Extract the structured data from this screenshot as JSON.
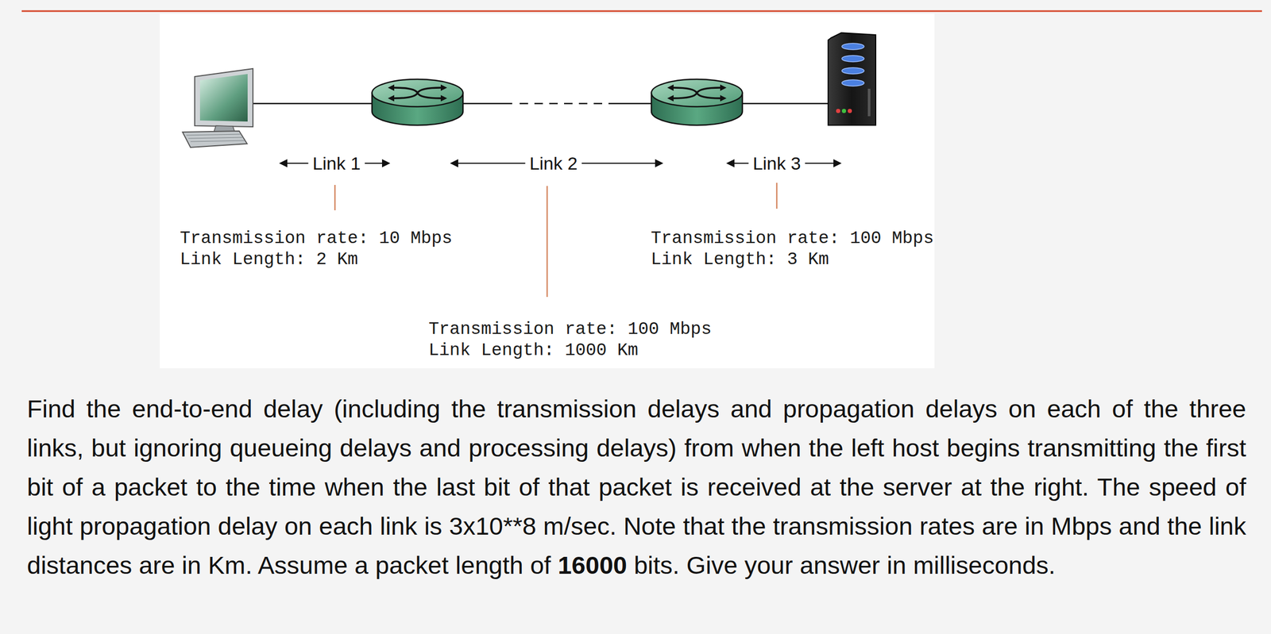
{
  "diagram": {
    "labels": [
      "Link 1",
      "Link 2",
      "Link 3",
      "Transmission rate: 10 Mbps",
      "Link Length: 2 Km",
      "Transmission rate: 100 Mbps",
      "Link Length: 3 Km",
      "Transmission rate: 100 Mbps",
      "Link Length: 1000 Km",
      "Find the end-to-end delay (including the transmission delays and propagation delays on each of the three links, but ignoring queueing delays and processing delays) from when the left host begins transmitting the first bit of a packet to the time when the last bit of that packet is received at the server at the right. The speed of light propagation delay on each link is 3x10**8 m/sec. Note that the transmission rates are in Mbps and the link distances are in Km. Assume a packet length of",
      "16000",
      "bits. Give your answer in milliseconds."
    ]
  }
}
